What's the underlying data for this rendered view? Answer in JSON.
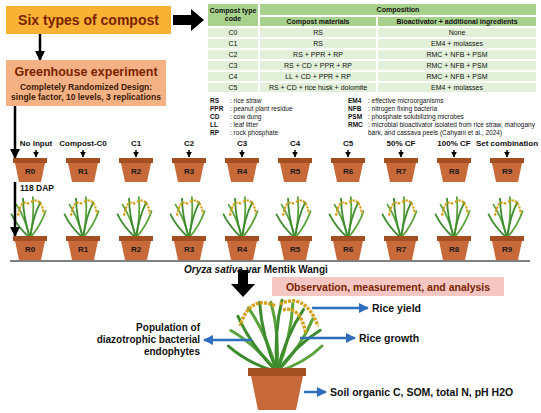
{
  "diagram": {
    "nodes": [
      {
        "text": [
          "Six types of compost"
        ]
      },
      {
        "text": [
          "Greenhouse experiment",
          "Completely Randomized Design: single factor, 10 levels, 3 replications"
        ]
      },
      {
        "text": [
          "R0"
        ]
      },
      {
        "text": [
          "R1"
        ]
      },
      {
        "text": [
          "R2"
        ]
      },
      {
        "text": [
          "R3"
        ]
      },
      {
        "text": [
          "R4"
        ]
      },
      {
        "text": [
          "R5"
        ]
      },
      {
        "text": [
          "R6"
        ]
      },
      {
        "text": [
          "R7"
        ]
      },
      {
        "text": [
          "R8"
        ]
      },
      {
        "text": [
          "R9"
        ]
      },
      {
        "text": [
          "R0"
        ]
      },
      {
        "text": [
          "R1"
        ]
      },
      {
        "text": [
          "R2"
        ]
      },
      {
        "text": [
          "R3"
        ]
      },
      {
        "text": [
          "R4"
        ]
      },
      {
        "text": [
          "R5"
        ]
      },
      {
        "text": [
          "R6"
        ]
      },
      {
        "text": [
          "R7"
        ]
      },
      {
        "text": [
          "R8"
        ]
      },
      {
        "text": [
          "R9"
        ]
      },
      {
        "text": [
          "Observation, measurement, and analysis"
        ]
      }
    ],
    "edges": [
      {
        "from": 0,
        "to": 1,
        "arrow": "to"
      },
      {
        "from": 1,
        "to": 2,
        "arrow": "to"
      },
      {
        "from": 2,
        "to": 12,
        "label": "118 DAP",
        "arrow": "to"
      }
    ],
    "labels": [
      "Compost type code",
      "Composition",
      "Compost materials",
      "Bioactivator + additional ingredients",
      "C0",
      "RS",
      "None",
      "C1",
      "RS",
      "EM4 + molasses",
      "C2",
      "RS + PPR + RP",
      "RMC + NFB + PSM",
      "C3",
      "RS + CD + PPR + RP",
      "RMC + NFB + PSM",
      "C4",
      "LL + CD + PPR + RP",
      "RMC + NFB + PSM",
      "C5",
      "RS + CD + rice husk + dolomite",
      "EM4 + molasses",
      "RS",
      ": rice straw",
      "PPR",
      ": peanut plant residue",
      "CD",
      ": cow dung",
      "LL",
      ": leaf litter",
      "RP",
      ": rock phosphate",
      "EM4",
      ": effective microorganisms",
      "NFB",
      ": nitrogen fixing bacteria",
      "PSM",
      ": phosphate solubilizing microbes",
      "RMC",
      ": microbial bioactivator isolated from rice straw, mahogany bark, and cassava peels (Cahyani et al., 2024)",
      "No input",
      "Compost-C0",
      "C1",
      "C2",
      "C3",
      "C4",
      "C5",
      "50% CF",
      "100% CF",
      "Set combination",
      "Oryza sativa",
      "var Mentik Wangi",
      "Rice yield",
      "Rice growth",
      "Population of diazotrophic bacterial endophytes",
      "Soil organic C, SOM, total N, pH H2O"
    ]
  }
}
